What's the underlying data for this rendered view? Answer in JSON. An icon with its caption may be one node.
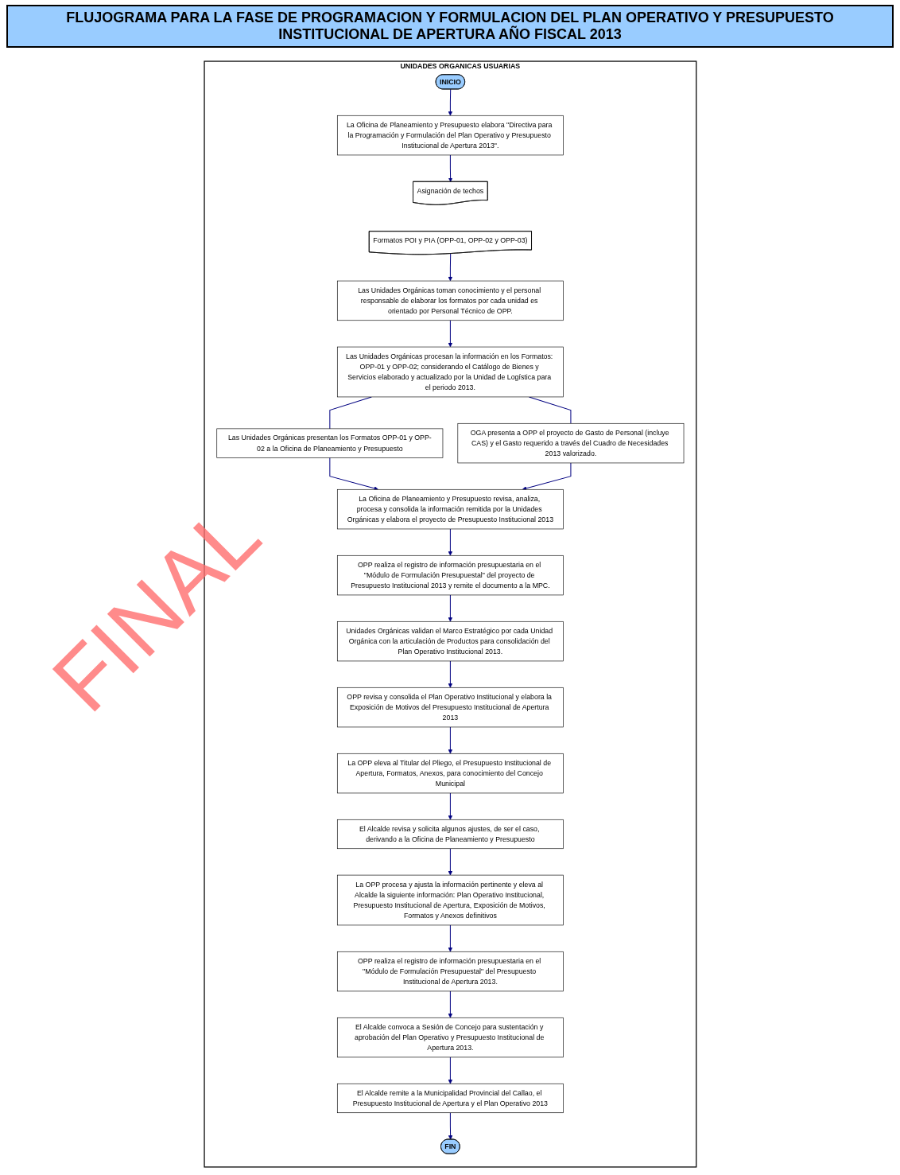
{
  "diagram": {
    "title": "FLUJOGRAMA PARA LA FASE DE PROGRAMACION Y FORMULACION DEL PLAN OPERATIVO Y PRESUPUESTO INSTITUCIONAL DE APERTURA AÑO FISCAL 2013",
    "nodes": [
      {
        "text": [
          "UNIDADES ORGANICAS USUARIAS"
        ]
      },
      {
        "text": [
          "INICIO"
        ],
        "in": 0
      },
      {
        "text": [
          "La Oficina de Planeamiento y Presupuesto elabora \"Directiva para la Programación y Formulación del Plan Operativo y Presupuesto Institucional de Apertura 2013\"."
        ],
        "in": 0
      },
      {
        "text": [
          "Asignación de techos"
        ],
        "in": 0
      },
      {
        "text": [
          "Formatos POI y PIA (OPP-01, OPP-02 y OPP-03)"
        ],
        "in": 0
      },
      {
        "text": [
          "Las Unidades Orgánicas toman conocimiento y el personal responsable de elaborar los formatos por cada unidad es orientado por Personal Técnico de OPP."
        ],
        "in": 0
      },
      {
        "text": [
          "Las Unidades Orgánicas procesan la información en los Formatos: OPP-01 y OPP-02; considerando el Catálogo de Bienes y Servicios elaborado y actualizado por la Unidad de Logística para el periodo 2013."
        ],
        "in": 0
      },
      {
        "text": [
          "Las Unidades Orgánicas presentan los Formatos OPP-01 y OPP-02 a la Oficina de Planeamiento y Presupuesto"
        ],
        "in": 0
      },
      {
        "text": [
          "OGA presenta a OPP el proyecto de Gasto de Personal (incluye CAS) y el Gasto requerido a través del Cuadro de Necesidades 2013 valorizado."
        ],
        "in": 0
      },
      {
        "text": [
          "La Oficina de Planeamiento y Presupuesto revisa, analiza, procesa y consolida la información remitida por la Unidades Orgánicas y elabora el proyecto de Presupuesto Institucional 2013"
        ],
        "in": 0
      },
      {
        "text": [
          "OPP realiza el registro de información presupuestaria en el \"Módulo de Formulación Presupuestal\" del proyecto de Presupuesto Institucional 2013 y remite el documento a la MPC."
        ],
        "in": 0
      },
      {
        "text": [
          "Unidades Orgánicas validan el Marco Estratégico por cada Unidad Orgánica con la articulación de Productos para consolidación del Plan Operativo Institucional 2013."
        ],
        "in": 0
      },
      {
        "text": [
          "OPP revisa y consolida el Plan Operativo Institucional y elabora la Exposición de Motivos del Presupuesto Institucional de Apertura 2013"
        ],
        "in": 0
      },
      {
        "text": [
          "La OPP eleva al Titular del Pliego, el Presupuesto Institucional de Apertura, Formatos, Anexos, para conocimiento del Concejo Municipal"
        ],
        "in": 0
      },
      {
        "text": [
          "El Alcalde revisa y solicita algunos ajustes, de ser el caso, derivando a la Oficina de Planeamiento y Presupuesto"
        ],
        "in": 0
      },
      {
        "text": [
          "La OPP procesa y ajusta la información pertinente y eleva al Alcalde la siguiente información: Plan Operativo Institucional, Presupuesto Institucional de Apertura, Exposición de Motivos, Formatos y Anexos definitivos"
        ],
        "in": 0
      },
      {
        "text": [
          "OPP realiza el registro de información presupuestaria en el \"Módulo de Formulación Presupuestal\" del Presupuesto Institucional de Apertura 2013."
        ],
        "in": 0
      },
      {
        "text": [
          "El Alcalde convoca a Sesión de Concejo para sustentación y aprobación del Plan Operativo y Presupuesto Institucional de Apertura 2013."
        ],
        "in": 0
      },
      {
        "text": [
          "El Alcalde remite a la Municipalidad Provincial del Callao, el Presupuesto Institucional de Apertura y el Plan Operativo 2013"
        ],
        "in": 0
      },
      {
        "text": [
          "FIN"
        ],
        "in": 0
      }
    ],
    "edges": [
      {
        "from": 1,
        "to": 2,
        "arrow": "to"
      },
      {
        "from": 2,
        "to": 3,
        "arrow": "to"
      },
      {
        "from": 4,
        "to": 5,
        "arrow": "to"
      },
      {
        "from": 5,
        "to": 6,
        "arrow": "to"
      },
      {
        "from": 6,
        "to": 7,
        "arrow": "none"
      },
      {
        "from": 6,
        "to": 8,
        "arrow": "none"
      },
      {
        "from": 7,
        "to": 9,
        "arrow": "to"
      },
      {
        "from": 8,
        "to": 9,
        "arrow": "to"
      },
      {
        "from": 9,
        "to": 10,
        "arrow": "to"
      },
      {
        "from": 10,
        "to": 11,
        "arrow": "to"
      },
      {
        "from": 11,
        "to": 12,
        "arrow": "to"
      },
      {
        "from": 12,
        "to": 13,
        "arrow": "to"
      },
      {
        "from": 13,
        "to": 14,
        "arrow": "to"
      },
      {
        "from": 14,
        "to": 15,
        "arrow": "to"
      },
      {
        "from": 15,
        "to": 16,
        "arrow": "to"
      },
      {
        "from": 16,
        "to": 17,
        "arrow": "to"
      },
      {
        "from": 17,
        "to": 18,
        "arrow": "to"
      },
      {
        "from": 18,
        "to": 19,
        "arrow": "to"
      }
    ],
    "labels": [
      "FINAL"
    ]
  }
}
